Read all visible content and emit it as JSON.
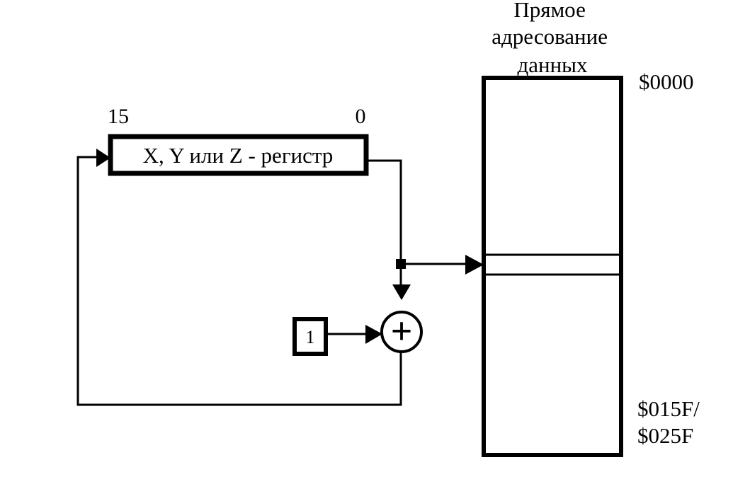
{
  "memory": {
    "title_lines": [
      "Прямое",
      "адресование",
      "данных"
    ],
    "addr_start": "$0000",
    "addr_end_lines": [
      "$015F/",
      "$025F"
    ]
  },
  "register": {
    "label": "X, Y или Z - регистр",
    "msb": "15",
    "lsb": "0"
  },
  "increment": {
    "constant": "1",
    "operator": "+"
  }
}
